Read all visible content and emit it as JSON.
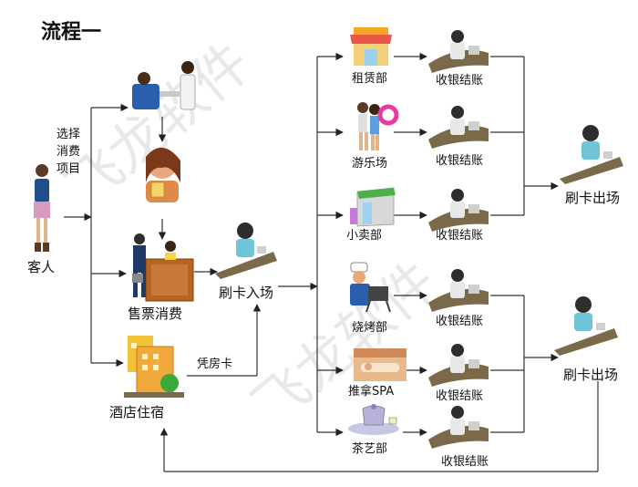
{
  "title": "流程一",
  "watermark": "飞龙软件",
  "nodes": {
    "guest": "客人",
    "choose_consume": [
      "选择",
      "消费",
      "项目"
    ],
    "ticket_sale": "售票消费",
    "hotel_stay": "酒店住宿",
    "room_card": "凭房卡",
    "swipe_in": "刷卡入场",
    "services": [
      {
        "name": "租赁部",
        "checkout": "收银结账"
      },
      {
        "name": "游乐场",
        "checkout": "收银结账"
      },
      {
        "name": "小卖部",
        "checkout": "收银结账"
      },
      {
        "name": "烧烤部",
        "checkout": "收银结账"
      },
      {
        "name": "推拿SPA",
        "checkout": "收银结账"
      },
      {
        "name": "茶艺部",
        "checkout": "收银结账"
      }
    ],
    "swipe_out_1": "刷卡出场",
    "swipe_out_2": "刷卡出场"
  },
  "colors": {
    "line": "#333333",
    "cashier_desk": "#7a6a4a",
    "hotel": "#f2a93b",
    "ticket_booth": "#b5651d"
  }
}
